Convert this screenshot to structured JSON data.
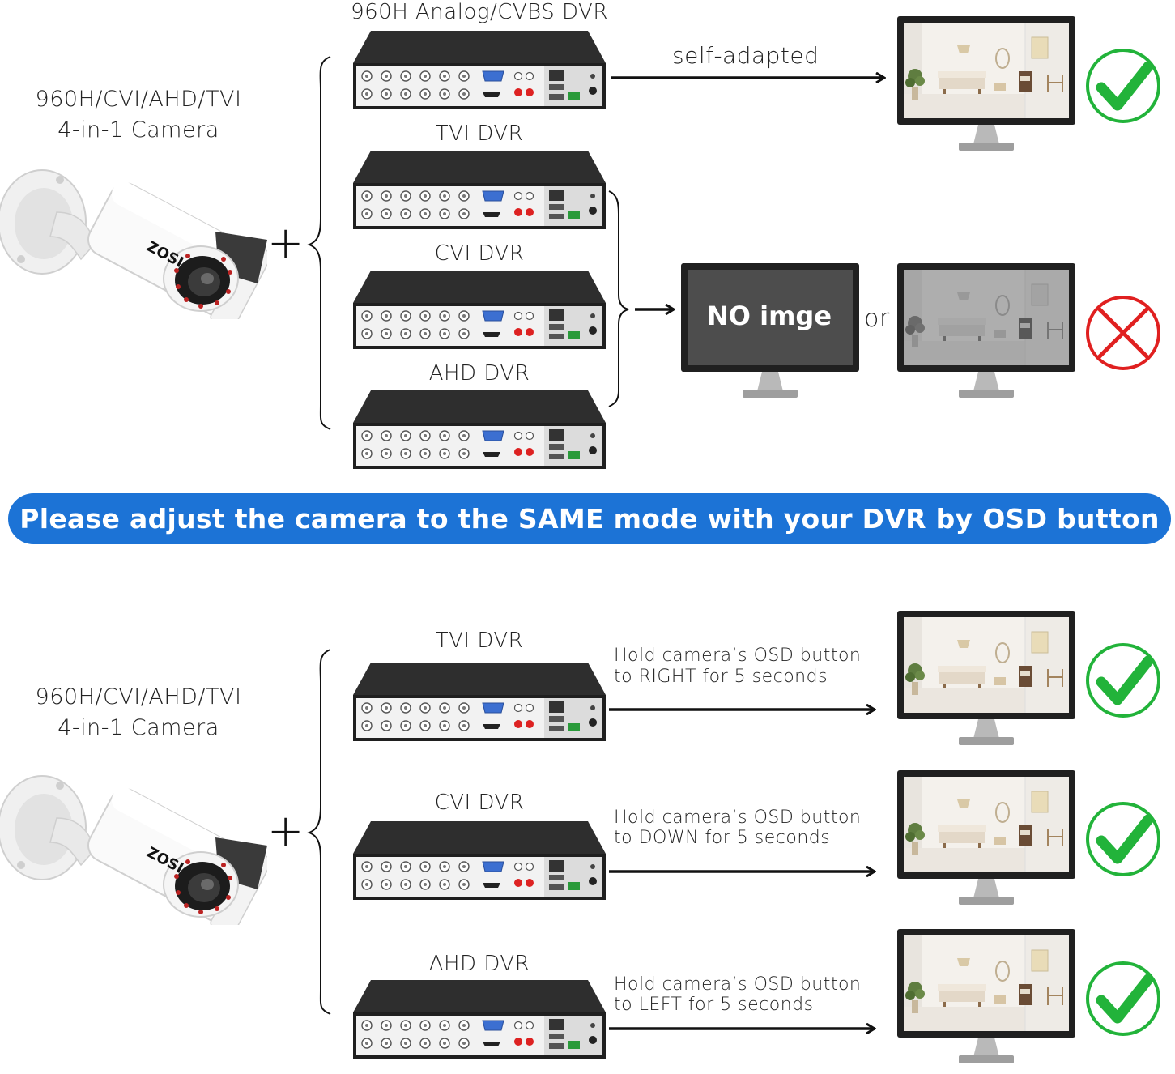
{
  "colors": {
    "banner": "#1c73d6",
    "check_green": "#22b33a",
    "cross_red": "#e02020",
    "dvr_dark": "#2b2b2b",
    "monitor_frame": "#222222",
    "noimage_screen": "#4d4d4d"
  },
  "top_section": {
    "camera_label_line1": "960H/CVI/AHD/TVI",
    "camera_label_line2": "4-in-1 Camera",
    "camera_brand": "ZOSI",
    "plus": "+",
    "dvrs": [
      {
        "label": "960H Analog/CVBS DVR"
      },
      {
        "label": "TVI DVR"
      },
      {
        "label": "CVI DVR"
      },
      {
        "label": "AHD DVR"
      }
    ],
    "arrow_label": "self-adapted",
    "no_image_text": "NO imge",
    "or_text": "or",
    "result_icons": [
      "check-icon",
      "cross-icon"
    ]
  },
  "banner_text": "Please adjust the camera to the SAME mode with your DVR by OSD button",
  "bottom_section": {
    "camera_label_line1": "960H/CVI/AHD/TVI",
    "camera_label_line2": "4-in-1 Camera",
    "camera_brand": "ZOSI",
    "plus": "+",
    "rows": [
      {
        "dvr_label": "TVI DVR",
        "hint_line1": "Hold camera’s OSD button",
        "hint_line2": "to RIGHT for 5 seconds",
        "result_icon": "check-icon"
      },
      {
        "dvr_label": "CVI DVR",
        "hint_line1": "Hold camera’s OSD button",
        "hint_line2": "to DOWN for 5 seconds",
        "result_icon": "check-icon"
      },
      {
        "dvr_label": "AHD DVR",
        "hint_line1": "Hold camera’s OSD button",
        "hint_line2": "to LEFT for 5 seconds",
        "result_icon": "check-icon"
      }
    ]
  }
}
